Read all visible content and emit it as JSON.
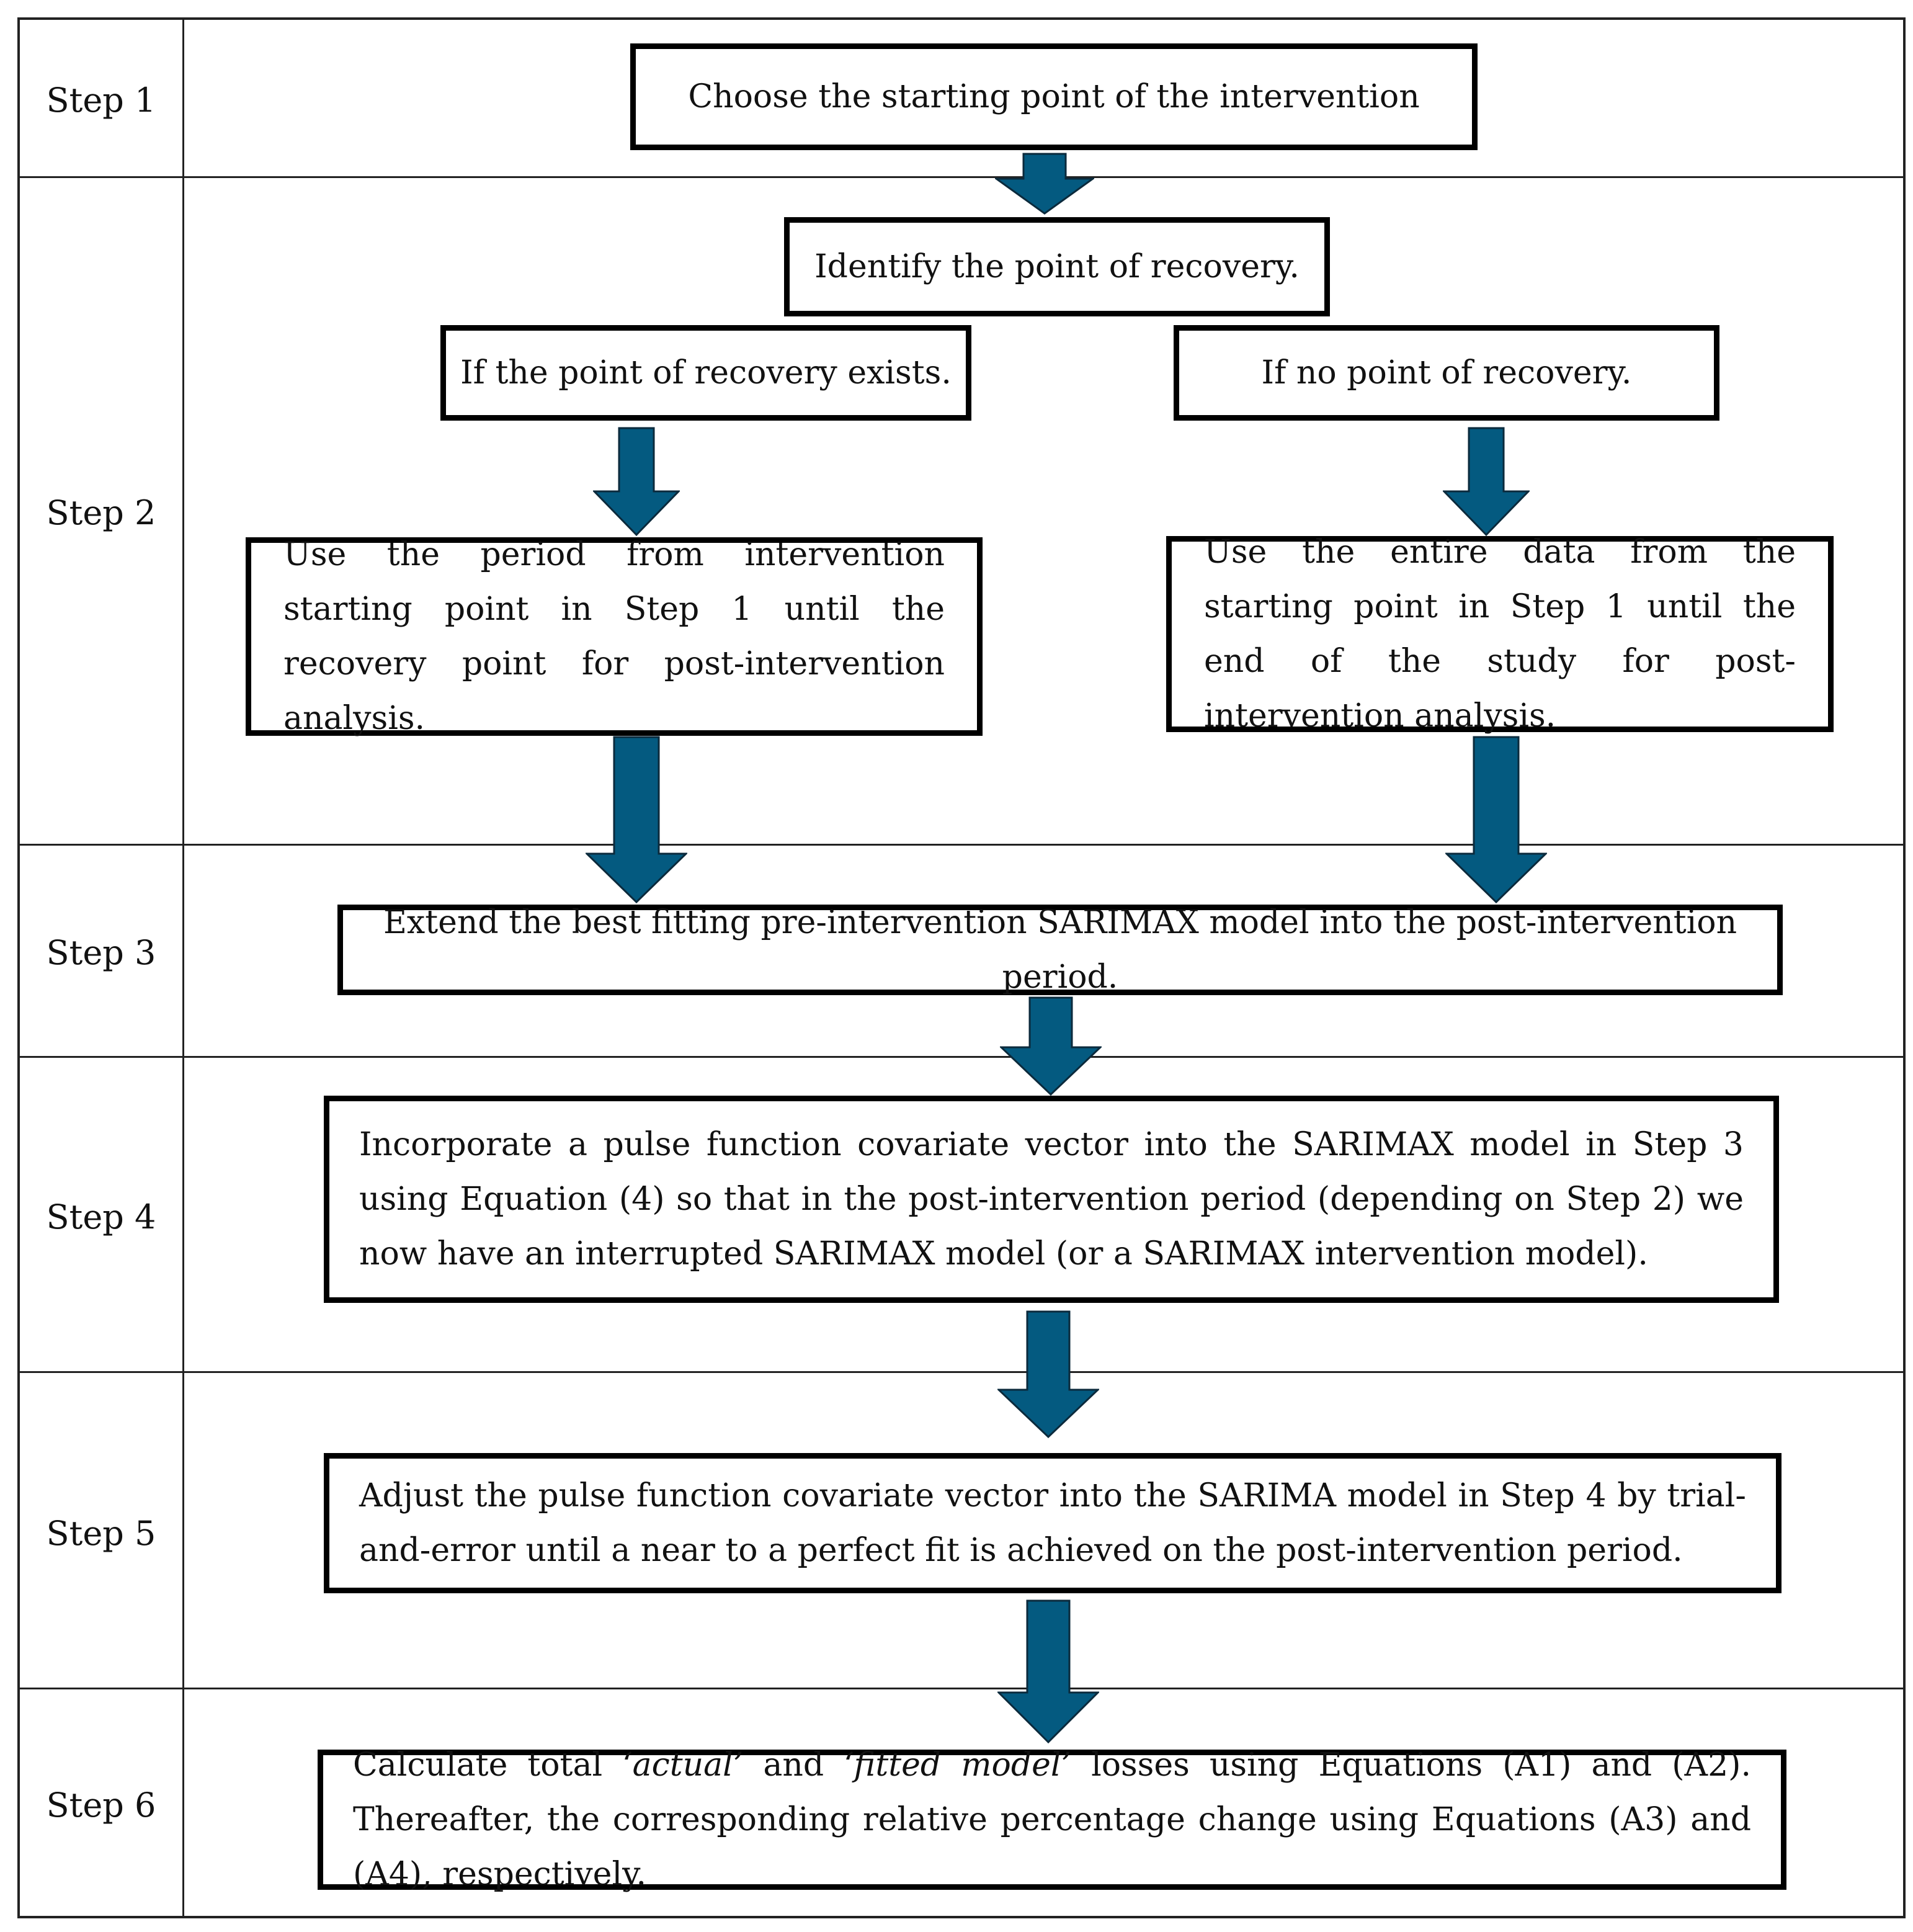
{
  "steps": [
    {
      "label": "Step 1"
    },
    {
      "label": "Step 2"
    },
    {
      "label": "Step 3"
    },
    {
      "label": "Step 4"
    },
    {
      "label": "Step 5"
    },
    {
      "label": "Step 6"
    }
  ],
  "boxes": {
    "choose_start": "Choose the starting point of the intervention",
    "identify_recovery": "Identify the point of recovery.",
    "recovery_exists": "If the point of recovery exists.",
    "no_recovery": "If no point of recovery.",
    "use_period": "Use the period from intervention starting point in Step 1 until the recovery point for post-intervention analysis.",
    "use_entire": "Use the entire data from the starting point in Step 1 until the end of the study for post-intervention analysis.",
    "extend_model": "Extend the best fitting pre-intervention SARIMAX model into the post-intervention period.",
    "incorporate_pulse": "Incorporate a pulse function covariate vector into the SARIMAX model in Step 3 using Equation (4) so that in the post-intervention period (depending on Step 2) we now have an interrupted SARIMAX model (or a SARIMAX intervention model).",
    "adjust_pulse": "Adjust the pulse function covariate vector into the SARIMA model in Step 4 by trial-and-error until a near to a perfect fit is achieved on the post-intervention period.",
    "calc_prefix": "Calculate total ",
    "calc_actual": "‘actual’",
    "calc_and": " and ",
    "calc_fitted": "‘fitted model’",
    "calc_suffix": " losses using Equations (A1) and (A2). Thereafter, the corresponding relative percentage change using Equations (A3) and (A4), respectively."
  },
  "colors": {
    "arrow_fill": "#045a80",
    "arrow_stroke": "#0b2a3c",
    "box_border": "#000000",
    "grid_line": "#222222"
  }
}
